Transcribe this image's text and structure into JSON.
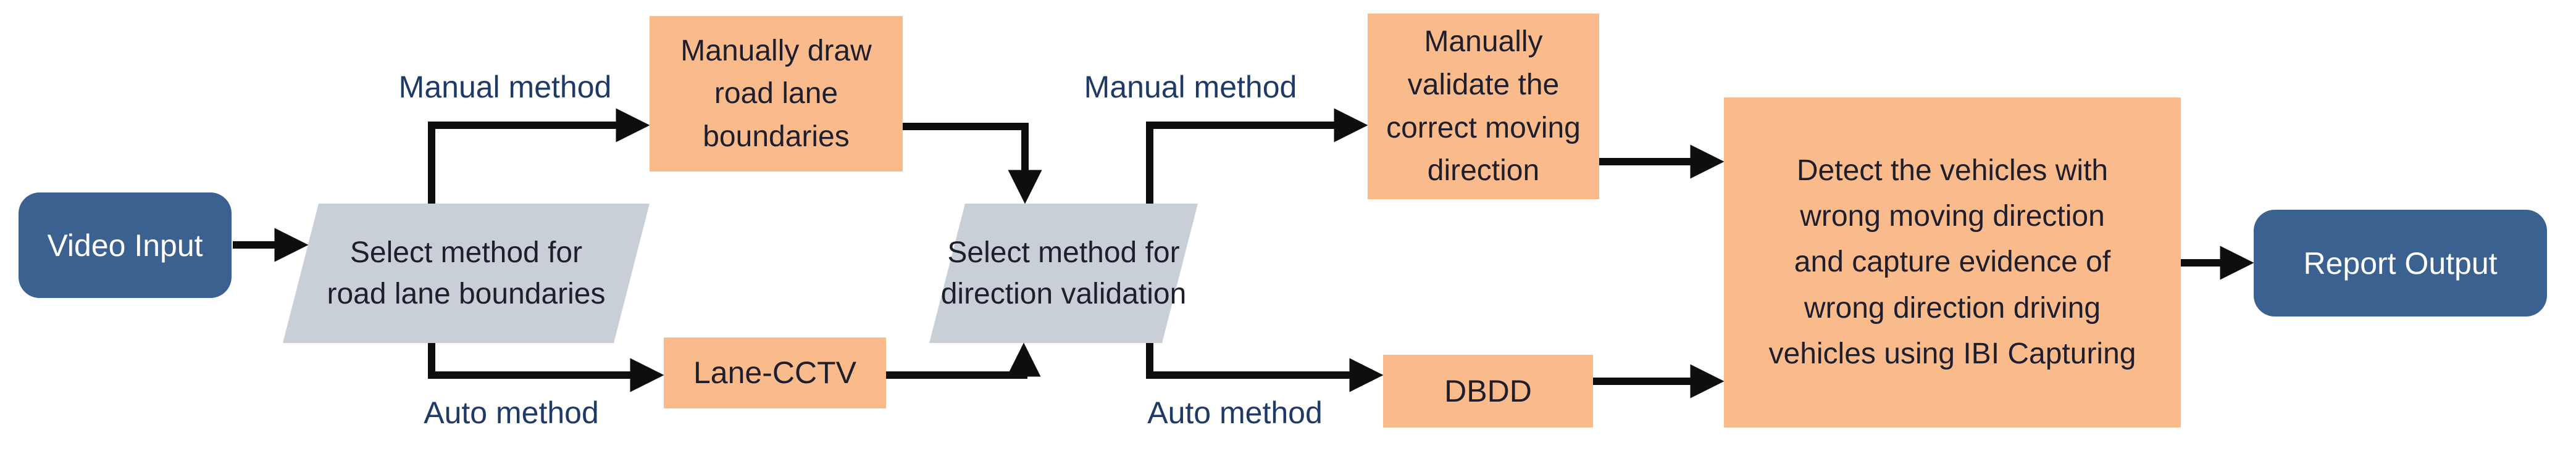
{
  "colors": {
    "background": "#ffffff",
    "terminal_fill": "#3B6191",
    "terminal_text": "#ffffff",
    "process_fill": "#F9BB8C",
    "decision_fill": "#C9CFD7",
    "node_text": "#1e1e2d",
    "branch_label_text": "#1f3a67",
    "arrow": "#0e0e0e"
  },
  "nodes": {
    "video_input": {
      "label": "Video Input",
      "shape": "terminal"
    },
    "select_lane_method": {
      "label": "Select method for\nroad lane boundaries",
      "shape": "parallelogram"
    },
    "manually_draw": {
      "label": "Manually draw\nroad lane\nboundaries",
      "shape": "process"
    },
    "lane_cctv": {
      "label": "Lane-CCTV",
      "shape": "process"
    },
    "select_direction_method": {
      "label": "Select method for\ndirection validation",
      "shape": "parallelogram"
    },
    "manually_validate": {
      "label": "Manually\nvalidate the\ncorrect moving\ndirection",
      "shape": "process"
    },
    "dbdd": {
      "label": "DBDD",
      "shape": "process"
    },
    "detect_capture": {
      "label": "Detect the vehicles with\nwrong moving direction\nand capture evidence of\nwrong direction driving\nvehicles using IBI Capturing",
      "shape": "process"
    },
    "report_output": {
      "label": "Report Output",
      "shape": "terminal"
    }
  },
  "edge_labels": {
    "manual_method_1": "Manual method",
    "auto_method_1": "Auto method",
    "manual_method_2": "Manual method",
    "auto_method_2": "Auto method"
  },
  "edges": [
    {
      "from": "video_input",
      "to": "select_lane_method",
      "label": ""
    },
    {
      "from": "select_lane_method",
      "to": "manually_draw",
      "label": "Manual method"
    },
    {
      "from": "select_lane_method",
      "to": "lane_cctv",
      "label": "Auto method"
    },
    {
      "from": "manually_draw",
      "to": "select_direction_method",
      "label": ""
    },
    {
      "from": "lane_cctv",
      "to": "select_direction_method",
      "label": ""
    },
    {
      "from": "select_direction_method",
      "to": "manually_validate",
      "label": "Manual method"
    },
    {
      "from": "select_direction_method",
      "to": "dbdd",
      "label": "Auto method"
    },
    {
      "from": "manually_validate",
      "to": "detect_capture",
      "label": ""
    },
    {
      "from": "dbdd",
      "to": "detect_capture",
      "label": ""
    },
    {
      "from": "detect_capture",
      "to": "report_output",
      "label": ""
    }
  ]
}
